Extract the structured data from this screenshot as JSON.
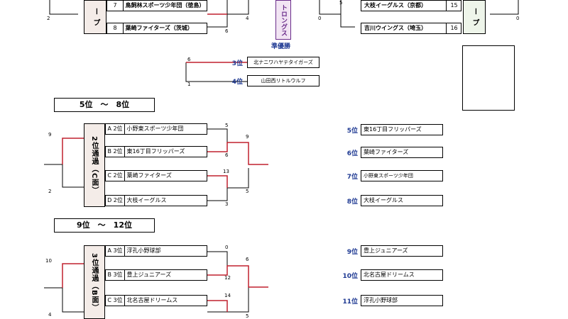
{
  "top_left": {
    "group_label": "ー プ",
    "rows": [
      {
        "num": "7",
        "team": "鳥飼林スポーツ少年団（徳島）"
      },
      {
        "num": "8",
        "team": "葉崎ファイターズ（茨城）"
      }
    ],
    "scores": {
      "left": "2",
      "right_top": "4",
      "right_bottom": "6"
    }
  },
  "top_right": {
    "group_label": "ー プ",
    "rows": [
      {
        "num": "15",
        "team": "大枝イーグルス（京都）"
      },
      {
        "num": "16",
        "team": "吉川ウイングス（埼玉）"
      }
    ],
    "scores": {
      "left_top": "5",
      "left_bottom": "0",
      "right": "0"
    }
  },
  "center": {
    "vertical_text": "トロングス",
    "runner_up_label": "準優勝"
  },
  "third_place": {
    "scores": {
      "top": "6",
      "bottom": "1"
    },
    "results": [
      {
        "rank": "3位",
        "team": "北ナニワハヤテタイガーズ"
      },
      {
        "rank": "4位",
        "team": "山田西リトルウルフ"
      }
    ]
  },
  "section_5_8": {
    "header": "5位　～　8位",
    "group_label": "2位通過（C面）",
    "teams": [
      {
        "seed": "A 2位",
        "team": "小野東スポーツ少年団"
      },
      {
        "seed": "B 2位",
        "team": "東16丁目フリッパーズ"
      },
      {
        "seed": "C 2位",
        "team": "葉崎ファイターズ"
      },
      {
        "seed": "D 2位",
        "team": "大枝イーグルス"
      }
    ],
    "scores": {
      "s1": "5",
      "s2": "6",
      "s3": "13",
      "s4": "3",
      "f_top": "9",
      "f_bottom": "5",
      "l_top": "9",
      "l_bottom": "2"
    },
    "results": [
      {
        "rank": "5位",
        "team": "東16丁目フリッパーズ"
      },
      {
        "rank": "6位",
        "team": "葉崎ファイターズ"
      },
      {
        "rank": "7位",
        "team": "小野東スポーツ少年団"
      },
      {
        "rank": "8位",
        "team": "大枝イーグルス"
      }
    ]
  },
  "section_9_12": {
    "header": "9位　～　12位",
    "group_label": "3位通過（B面）",
    "teams": [
      {
        "seed": "A 3位",
        "team": "浮孔小野球部"
      },
      {
        "seed": "B 3位",
        "team": "豊上ジュニアーズ"
      },
      {
        "seed": "C 3位",
        "team": "北名古屋ドリームス"
      }
    ],
    "scores": {
      "s1": "0",
      "s2": "12",
      "s3": "14",
      "s4": "5",
      "f_top": "6",
      "l_top": "10",
      "l_bottom": "4"
    },
    "results": [
      {
        "rank": "9位",
        "team": "豊上ジュニアーズ"
      },
      {
        "rank": "10位",
        "team": "北名古屋ドリームス"
      },
      {
        "rank": "11位",
        "team": "浮孔小野球部"
      }
    ]
  },
  "colors": {
    "win_line": "#c0202e",
    "rank_text": "#1f3a93",
    "center_purple": "#6a2c8a"
  }
}
